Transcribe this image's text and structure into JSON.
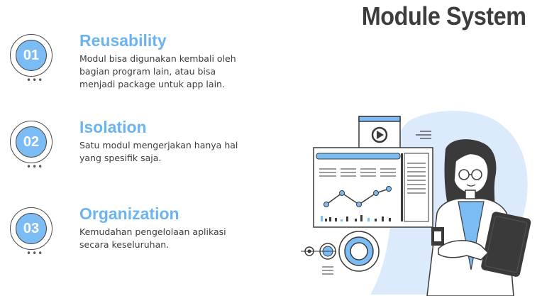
{
  "title": "Module System",
  "items": [
    {
      "number": "01",
      "title": "Reusability",
      "desc": "Modul bisa digunakan kembali oleh bagian program lain, atau bisa menjadi package untuk app lain."
    },
    {
      "number": "02",
      "title": "Isolation",
      "desc": "Satu modul mengerjakan hanya hal yang spesifik saja."
    },
    {
      "number": "03",
      "title": "Organization",
      "desc": "Kemudahan pengelolaan aplikasi secara keseluruhan."
    }
  ],
  "colors": {
    "accent": "#7cbcf5",
    "title_blue": "#6cb4f0",
    "text": "#3c3c3c"
  },
  "icons": [
    "play-icon",
    "illustration-woman-with-tablet"
  ]
}
